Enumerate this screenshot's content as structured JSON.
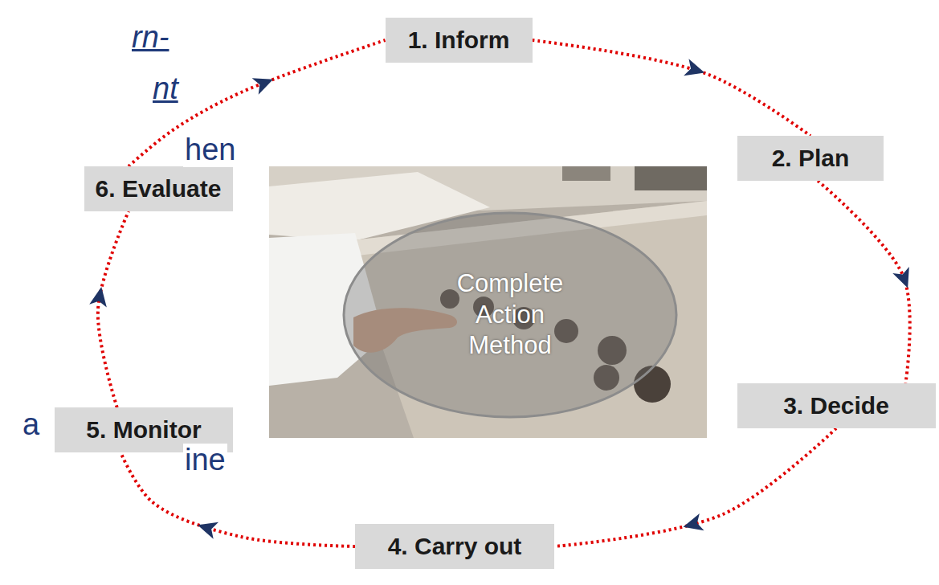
{
  "diagram": {
    "nodes": [
      {
        "text": [
          "1. Inform"
        ]
      },
      {
        "text": [
          "2. Plan"
        ]
      },
      {
        "text": [
          "3. Decide"
        ]
      },
      {
        "text": [
          "4. Carry out"
        ]
      },
      {
        "text": [
          "5. Monitor"
        ]
      },
      {
        "text": [
          "6. Evaluate"
        ]
      },
      {
        "text": [
          "Complete Action Method"
        ]
      }
    ],
    "edges": [
      {
        "from": 0,
        "to": 1,
        "arrow": "to"
      },
      {
        "from": 1,
        "to": 2,
        "arrow": "to"
      },
      {
        "from": 2,
        "to": 3,
        "arrow": "to"
      },
      {
        "from": 3,
        "to": 4,
        "arrow": "to"
      },
      {
        "from": 4,
        "to": 5,
        "arrow": "to"
      },
      {
        "from": 5,
        "to": 0,
        "arrow": "to"
      }
    ],
    "labels": [
      "rn-",
      "nt",
      "hen",
      "a",
      "ine"
    ]
  }
}
